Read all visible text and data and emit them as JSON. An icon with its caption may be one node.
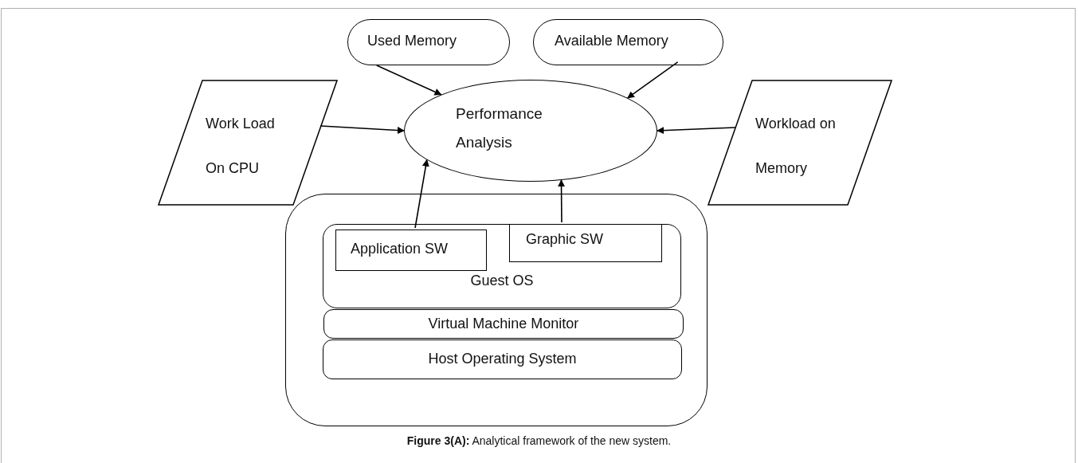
{
  "diagram": {
    "caption": "**Figure 3(A):** Analytical framework of the new system.",
    "nodes": [
      {
        "text": [
          "Performance Analysis"
        ]
      },
      {
        "text": [
          "Used Memory"
        ]
      },
      {
        "text": [
          "Available Memory"
        ]
      },
      {
        "text": [
          "Work Load On CPU"
        ]
      },
      {
        "text": [
          "Workload on Memory"
        ]
      },
      {
        "text": [],
        "shape": "box"
      },
      {
        "text": [
          "Guest OS"
        ],
        "in": 5
      },
      {
        "text": [
          "Application SW"
        ],
        "in": 6
      },
      {
        "text": [
          "Graphic SW"
        ],
        "in": 6
      },
      {
        "text": [
          "Virtual Machine Monitor"
        ],
        "in": 5
      },
      {
        "text": [
          "Host Operating System"
        ],
        "in": 5
      }
    ],
    "edges": [
      {
        "from": 1,
        "to": 0,
        "arrow": "to"
      },
      {
        "from": 2,
        "to": 0,
        "arrow": "to"
      },
      {
        "from": 3,
        "to": 0,
        "arrow": "to"
      },
      {
        "from": 4,
        "to": 0,
        "arrow": "to"
      },
      {
        "from": 7,
        "to": 0,
        "arrow": "to"
      },
      {
        "from": 8,
        "to": 0,
        "arrow": "to"
      }
    ]
  }
}
